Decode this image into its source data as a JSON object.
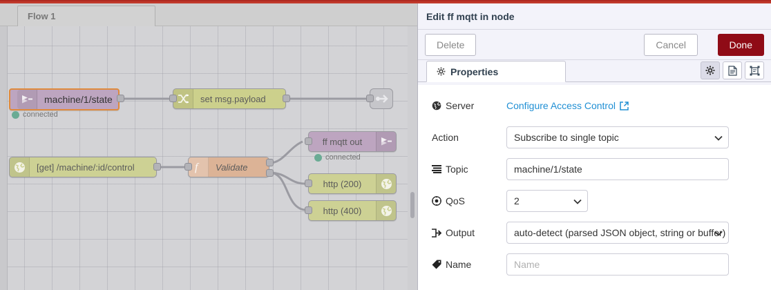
{
  "theme": {
    "accent_red": "#c0392b",
    "done_button": "#8f0b16",
    "link_blue": "#1f8fd4",
    "status_green": "#6aab94",
    "node_mqtt": "#bda5c0",
    "node_http": "#cdd194",
    "node_function": "#dcb396",
    "node_change": "#ccd08c",
    "selection_orange": "#e08a3c"
  },
  "workspace": {
    "tab_label": "Flow 1",
    "nodes": [
      {
        "id": "mqtt-in",
        "label": "machine/1/state",
        "type": "mqtt",
        "icon": "mqtt-icon",
        "status": "connected"
      },
      {
        "id": "change",
        "label": "set msg.payload",
        "type": "change",
        "icon": "shuffle-icon",
        "status": ""
      },
      {
        "id": "link-out",
        "label": "",
        "type": "link",
        "icon": "link-out-icon",
        "status": ""
      },
      {
        "id": "http-in",
        "label": "[get] /machine/:id/control",
        "type": "http",
        "icon": "globe-icon",
        "status": ""
      },
      {
        "id": "function",
        "label": "Validate",
        "type": "function",
        "icon": "function-icon",
        "status": ""
      },
      {
        "id": "mqtt-out",
        "label": "ff mqtt out",
        "type": "mqtt",
        "icon": "mqtt-icon",
        "status": "connected"
      },
      {
        "id": "http-resp-200",
        "label": "http (200)",
        "type": "http",
        "icon": "globe-icon",
        "status": ""
      },
      {
        "id": "http-resp-400",
        "label": "http (400)",
        "type": "http",
        "icon": "globe-icon",
        "status": ""
      }
    ]
  },
  "panel": {
    "title": "Edit ff mqtt in node",
    "buttons": {
      "delete": "Delete",
      "cancel": "Cancel",
      "done": "Done"
    },
    "tab": {
      "label": "Properties",
      "icon": "gear-icon"
    },
    "icon_buttons": [
      {
        "name": "gear-icon",
        "active": true
      },
      {
        "name": "description-icon",
        "active": false
      },
      {
        "name": "appearance-icon",
        "active": false
      }
    ],
    "form": {
      "server": {
        "label": "Server",
        "icon": "globe-icon",
        "link_text": "Configure Access Control",
        "link_icon": "external-link-icon"
      },
      "action": {
        "label": "Action",
        "value": "Subscribe to single topic"
      },
      "topic": {
        "label": "Topic",
        "icon": "list-icon",
        "value": "machine/1/state"
      },
      "qos": {
        "label": "QoS",
        "icon": "target-icon",
        "value": "2"
      },
      "output": {
        "label": "Output",
        "icon": "sign-out-icon",
        "value": "auto-detect (parsed JSON object, string or buffer)"
      },
      "name": {
        "label": "Name",
        "icon": "tag-icon",
        "value": "",
        "placeholder": "Name"
      }
    }
  }
}
